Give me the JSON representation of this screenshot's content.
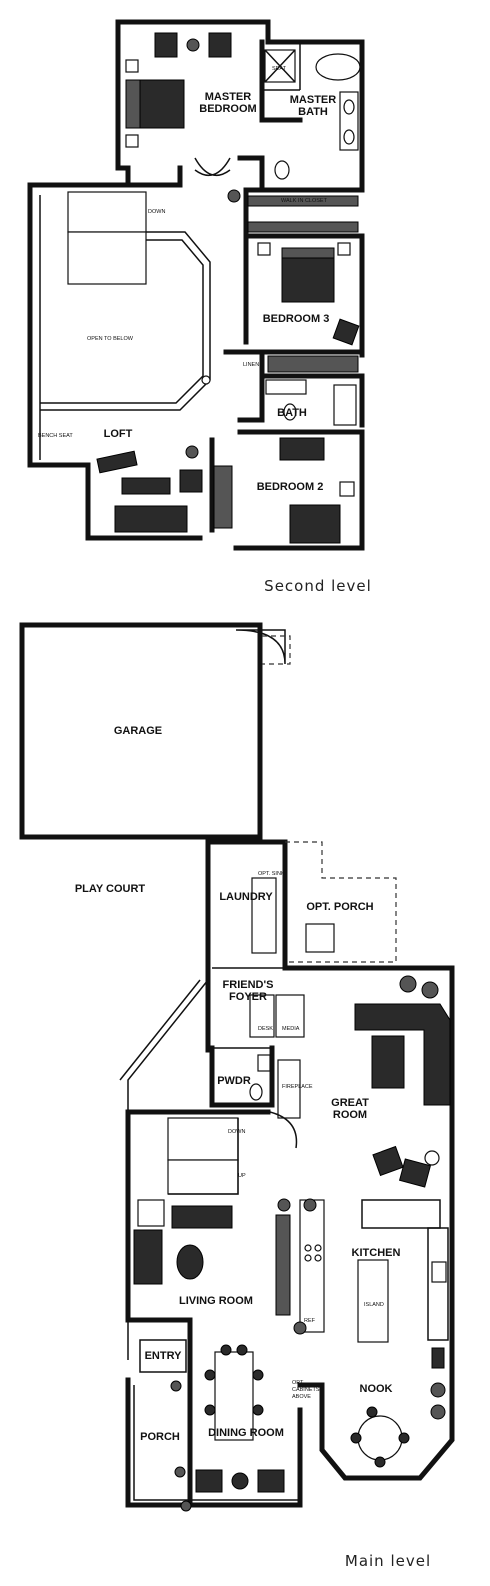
{
  "levels": {
    "second": {
      "caption": "Second level",
      "rooms": {
        "master_bedroom": "MASTER BEDROOM",
        "master_bath": "MASTER BATH",
        "seat": "SEAT",
        "walk_in_closet": "WALK IN CLOSET",
        "bedroom3": "BEDROOM 3",
        "linen": "LINEN",
        "bath": "BATH",
        "open_to_below": "OPEN TO BELOW",
        "down": "DOWN",
        "bench_seat": "BENCH SEAT",
        "loft": "LOFT",
        "bedroom2": "BEDROOM 2"
      }
    },
    "main": {
      "caption": "Main level",
      "rooms": {
        "garage": "GARAGE",
        "play_court": "PLAY COURT",
        "laundry": "LAUNDRY",
        "opt_sink": "OPT. SINK",
        "opt_porch": "OPT. PORCH",
        "friends_foyer": "FRIEND'S FOYER",
        "desk": "DESK",
        "media": "MEDIA",
        "pwdr": "PWDR",
        "fireplace": "FIREPLACE",
        "great_room": "GREAT ROOM",
        "down": "DOWN",
        "up": "UP",
        "kitchen": "KITCHEN",
        "island": "ISLAND",
        "ref": "REF",
        "living_room": "LIVING ROOM",
        "entry": "ENTRY",
        "nook": "NOOK",
        "opt_cabinets": "OPT. CABINETS ABOVE",
        "porch": "PORCH",
        "dining_room": "DINING ROOM"
      }
    }
  }
}
